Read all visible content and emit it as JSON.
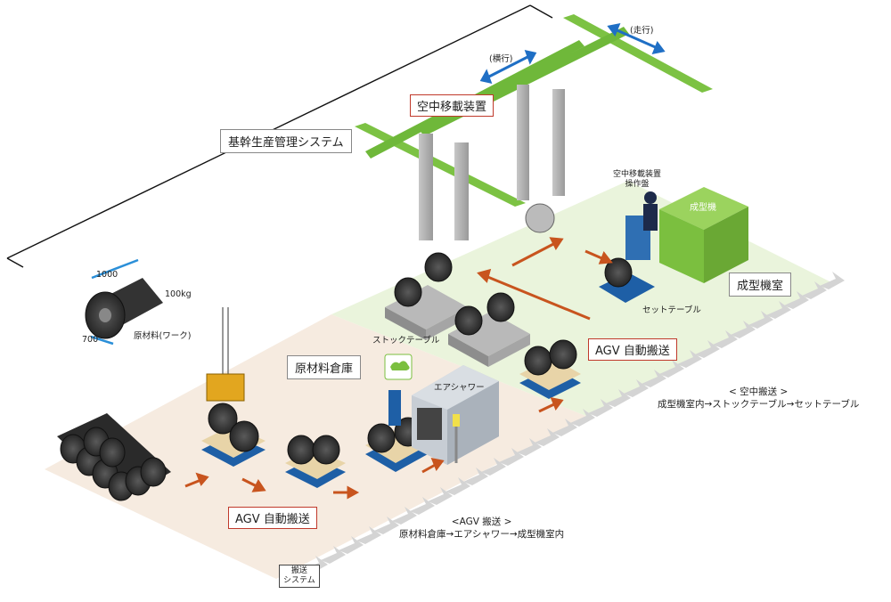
{
  "labels": {
    "kikan_system": "基幹生産管理システム",
    "overhead_device": "空中移載装置",
    "travel": "(走行)",
    "traverse": "(横行)",
    "overhead_panel_l1": "空中移載装置",
    "overhead_panel_l2": "操作盤",
    "forming_machine": "成型機",
    "forming_room": "成型機室",
    "set_table": "セットテーブル",
    "stock_table": "ストックテーブル",
    "agv_upper": "AGV 自動搬送",
    "agv_lower": "AGV 自動搬送",
    "raw_warehouse": "原材料倉庫",
    "air_shower": "エアシャワー",
    "aerial_transport_title": "< 空中搬送 >",
    "aerial_transport_route": "成型機室内→ストックテーブル→セットテーブル",
    "agv_transport_title": "<AGV 搬送 >",
    "agv_transport_route": "原材料倉庫→エアシャワー→成型機室内",
    "conveyance_system_l1": "搬送",
    "conveyance_system_l2": "システム",
    "dim_1000": "1000",
    "dim_100kg": "100kg",
    "dim_700": "700",
    "raw_material": "原材料(ワーク)"
  },
  "colors": {
    "red_border": "#c0392b",
    "arrow_orange": "#c8541e",
    "blue_arrow": "#1f6fc5",
    "green_rail": "#7cc243",
    "green_machine": "#7bbf3f",
    "warehouse_floor": "#f6ebe0",
    "room_floor": "#eaf4dc",
    "agv_blue": "#1e5fa6"
  },
  "icons": [
    "cloud-network-icon",
    "signal-tower-icon"
  ]
}
